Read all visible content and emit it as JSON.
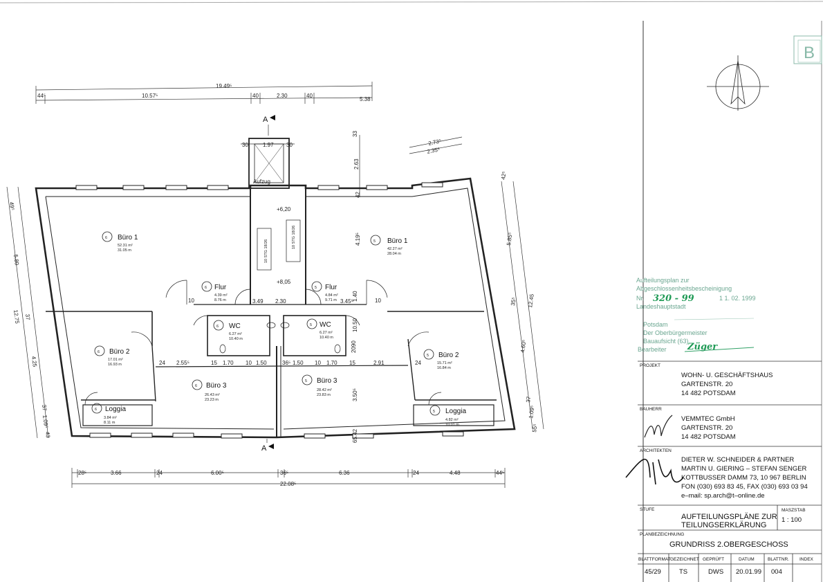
{
  "sheet": {
    "top_dims": {
      "d1": "19.49⁵",
      "d2": "44⁵",
      "d3": "10.57⁵",
      "d4": "40",
      "d5": "2.30",
      "d6": "40",
      "d7": "5.38"
    },
    "bottom_dims": {
      "d1": "28⁵",
      "d2": "3.66",
      "d3": "24",
      "d4": "6.00⁵",
      "d5": "36⁵",
      "d6": "6.36",
      "d7": "24",
      "d8": "4.48",
      "d9": "44⁵",
      "total": "22.08⁵"
    },
    "left_dims": {
      "d1": "49⁵",
      "d2": "5.80",
      "d3": "12.75",
      "d4": "37",
      "d5": "4.25",
      "d6": "37",
      "d7": "1.09⁵",
      "d8": "43"
    },
    "right_dims": {
      "d1": "42⁵",
      "d2": "5.85⁵",
      "d3": "12.45",
      "d4": "4.60⁵",
      "d5": "37",
      "d6": "1.09⁵",
      "d7": "55⁵",
      "d8": "35⁵"
    },
    "top_right_dims": {
      "d1": "2.73⁵",
      "d2": "2.35⁵"
    },
    "section_marks": {
      "top": "A",
      "bottom": "A"
    },
    "lift": {
      "label": "Aufzug",
      "d_left": "30",
      "d_mid": "1.97",
      "d_right": "30",
      "d_top": "33",
      "d_height": "2.63"
    },
    "stair": {
      "level_top": "+6,20",
      "level_bottom": "+8,05",
      "steps_right": "10 STG 18/26",
      "steps_left": "10 STG 18/26"
    },
    "core_dims": {
      "a": "3.49",
      "b": "2.30",
      "c": "3.45⁵",
      "d": "10",
      "e": "10",
      "f": "2.55⁵",
      "g": "15",
      "h": "1.70",
      "i": "10",
      "j": "1.50",
      "k": "36⁵",
      "l": "1.50",
      "m": "10",
      "n": "1.70",
      "o": "15",
      "p": "2.91",
      "q": "4.19⁵",
      "r": "3.50⁵",
      "s": "65.42",
      "t": "24",
      "u": "24",
      "v": "2090",
      "w": "1.40",
      "x": "10.50",
      "y": "42"
    },
    "rooms": [
      {
        "no": "6",
        "name": "Büro 1",
        "area": "52.31 m²",
        "perim": "31.05 m"
      },
      {
        "no": "5",
        "name": "Büro 1",
        "area": "42.27 m²",
        "perim": "28.04 m"
      },
      {
        "no": "6",
        "name": "Flur",
        "area": "4.39 m²",
        "perim": "8.76 m"
      },
      {
        "no": "5",
        "name": "Flur",
        "area": "4.84 m²",
        "perim": "9.71 m"
      },
      {
        "no": "6",
        "name": "WC",
        "area": "6.27 m²",
        "perim": "10.40 m"
      },
      {
        "no": "5",
        "name": "WC",
        "area": "6.27 m²",
        "perim": "10.40 m"
      },
      {
        "no": "6",
        "name": "Büro 2",
        "area": "17.01 m²",
        "perim": "16.93 m"
      },
      {
        "no": "5",
        "name": "Büro 2",
        "area": "15.71 m²",
        "perim": "16.84 m"
      },
      {
        "no": "6",
        "name": "Büro 3",
        "area": "26.43 m²",
        "perim": "23.23 m"
      },
      {
        "no": "5",
        "name": "Büro 3",
        "area": "28.42 m²",
        "perim": "23.83 m"
      },
      {
        "no": "6",
        "name": "Loggia",
        "area": "3.84 m²",
        "perim": "8.11 m"
      },
      {
        "no": "5",
        "name": "Loggia",
        "area": "4.82 m²",
        "perim": "10.01 m"
      }
    ]
  },
  "stamp": {
    "corner_mark": "B",
    "line1": "Aufteilungsplan zur",
    "line2": "Abgeschlossenheitsbescheinigung",
    "nr_label": "Nr.",
    "nr_value": "320 - 99",
    "date_value": "1 1. 02. 1999",
    "line4": "Landeshauptstadt",
    "line5": "Potsdam",
    "line6": "Der Oberbürgermeister",
    "line7": "Bauaufsicht (63)",
    "signed_label": "Bearbeiter",
    "signed_value": "Züger"
  },
  "titleblock": {
    "projekt_label": "PROJEKT",
    "projekt_lines": [
      "WOHN- U. GESCHÄFTSHAUS",
      "GARTENSTR. 20",
      "14 482 POTSDAM"
    ],
    "bauherr_label": "BAUHERR",
    "bauherr_lines": [
      "VEMMTEC GmbH",
      "GARTENSTR. 20",
      "14 482 POTSDAM"
    ],
    "architekten_label": "ARCHITEKTEN",
    "architekten_lines": [
      "DIETER W. SCHNEIDER & PARTNER",
      "MARTIN U. GIERING – STEFAN SENGER",
      "KOTTBUSSER DAMM 73, 10 967 BERLIN",
      "FON (030) 693 83 45, FAX (030) 693 03 94",
      "e–mail: sp.arch@t–online.de"
    ],
    "stufe_label": "STUFE",
    "stufe_lines": [
      "AUFTEILUNGSPLÄNE ZUR",
      "TEILUNGSERKLÄRUNG"
    ],
    "massstab_label": "MASZSTAB",
    "massstab_value": "1 : 100",
    "planbez_label": "PLANBEZEICHNUNG",
    "planbez_value": "GRUNDRISS 2.OBERGESCHOSS",
    "cols": {
      "blattformat": "BLATTFORMAT",
      "gezeichnet": "GEZEICHNET",
      "geprueft": "GEPRÜFT",
      "datum": "DATUM",
      "blattnr": "BLATTNR.",
      "index": "INDEX"
    },
    "vals": {
      "blattformat": "45/29",
      "gezeichnet": "TS",
      "geprueft": "DWS",
      "datum": "20.01.99",
      "blattnr": "004",
      "index": ""
    }
  }
}
